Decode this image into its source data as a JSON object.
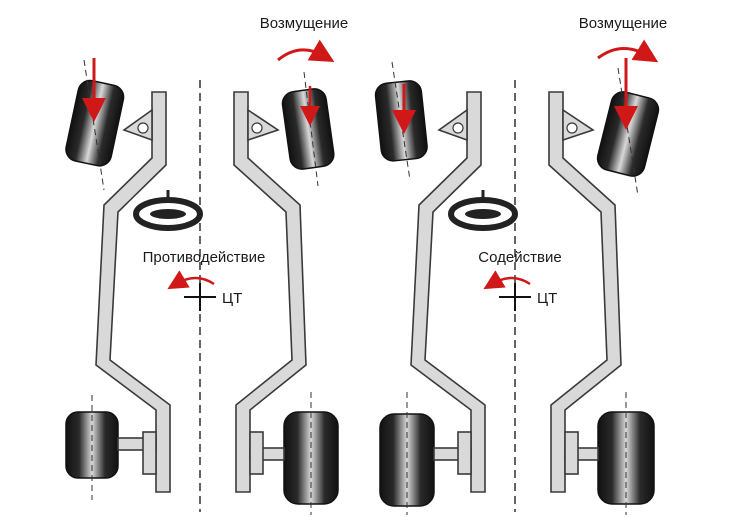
{
  "diagram": {
    "left": {
      "disturbance_label": "Возмущение",
      "reaction_label": "Противодействие",
      "cg_label": "ЦТ"
    },
    "right": {
      "disturbance_label": "Возмущение",
      "reaction_label": "Содействие",
      "cg_label": "ЦТ"
    }
  },
  "colors": {
    "arrow": "#d01818",
    "frame_fill": "#d9d9d9",
    "frame_stroke": "#3a3a3a",
    "tire_dark": "#1c1c1c"
  }
}
